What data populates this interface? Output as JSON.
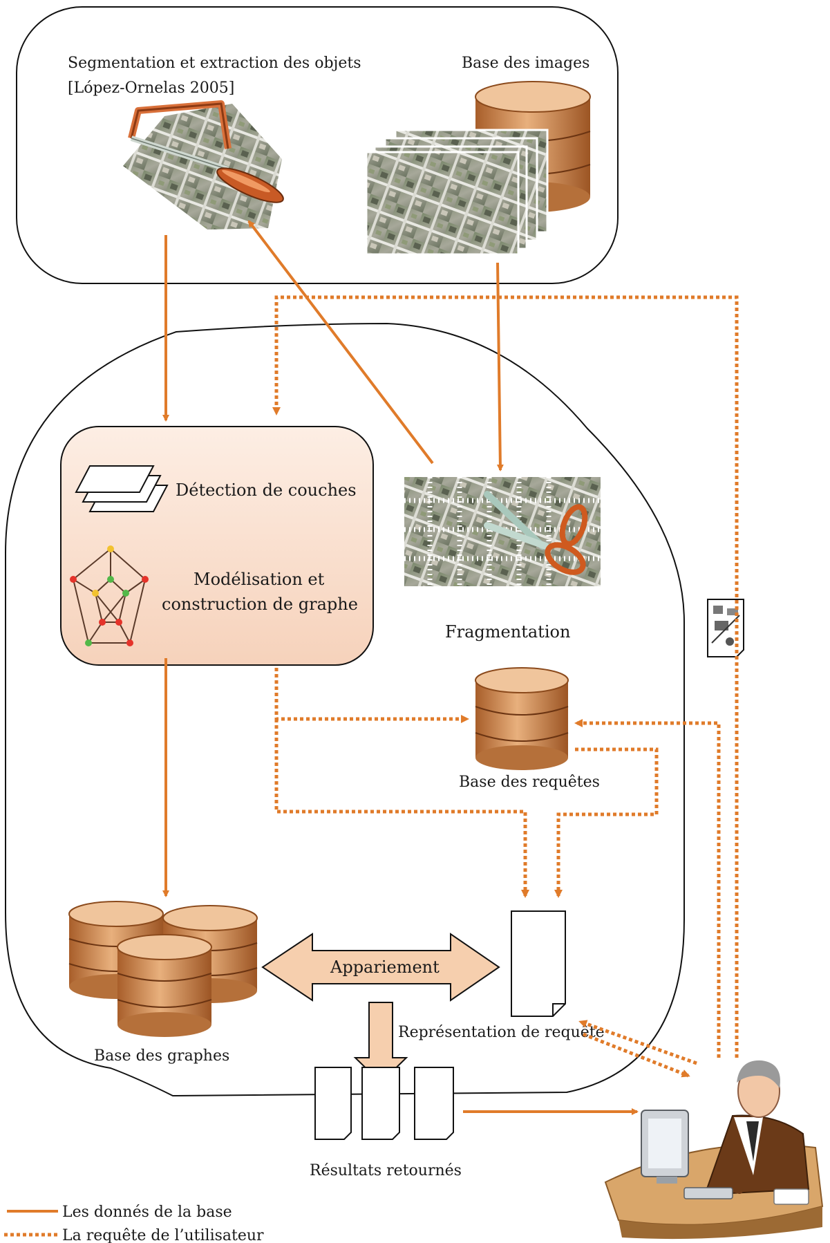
{
  "top_region": {
    "segmentation_label_line1": "Segmentation et extraction des objets",
    "segmentation_label_line2": "[López-Ornelas 2005]",
    "image_base_label": "Base des images"
  },
  "processing_box": {
    "layer_detection_label": "Détection de couches",
    "modeling_label_line1": "Modélisation et",
    "modeling_label_line2": "construction de graphe"
  },
  "fragmentation_label": "Fragmentation",
  "query_base_label": "Base des requêtes",
  "graph_base_label": "Base des graphes",
  "matching_label": "Appariement",
  "query_representation_label": "Représentation de requête",
  "results_label": "Résultats retournés",
  "legend": {
    "solid_label": "Les donnés de la base",
    "dotted_label": "La requête de l’utilisateur"
  },
  "colors": {
    "data_flow": "#e07b2a",
    "cylinder_body": "#d99a63",
    "cylinder_top": "#f3c69a",
    "cylinder_dark": "#a85e2a",
    "process_box_fill": "#fbe3d3",
    "matching_arrow_fill": "#f6cfae"
  },
  "icons": {
    "hacksaw": "hacksaw-icon",
    "scissors": "scissors-icon",
    "layers": "layers-icon",
    "graph": "graph-icon",
    "user": "user-at-computer-icon",
    "query_sketch": "sketch-document-icon"
  }
}
